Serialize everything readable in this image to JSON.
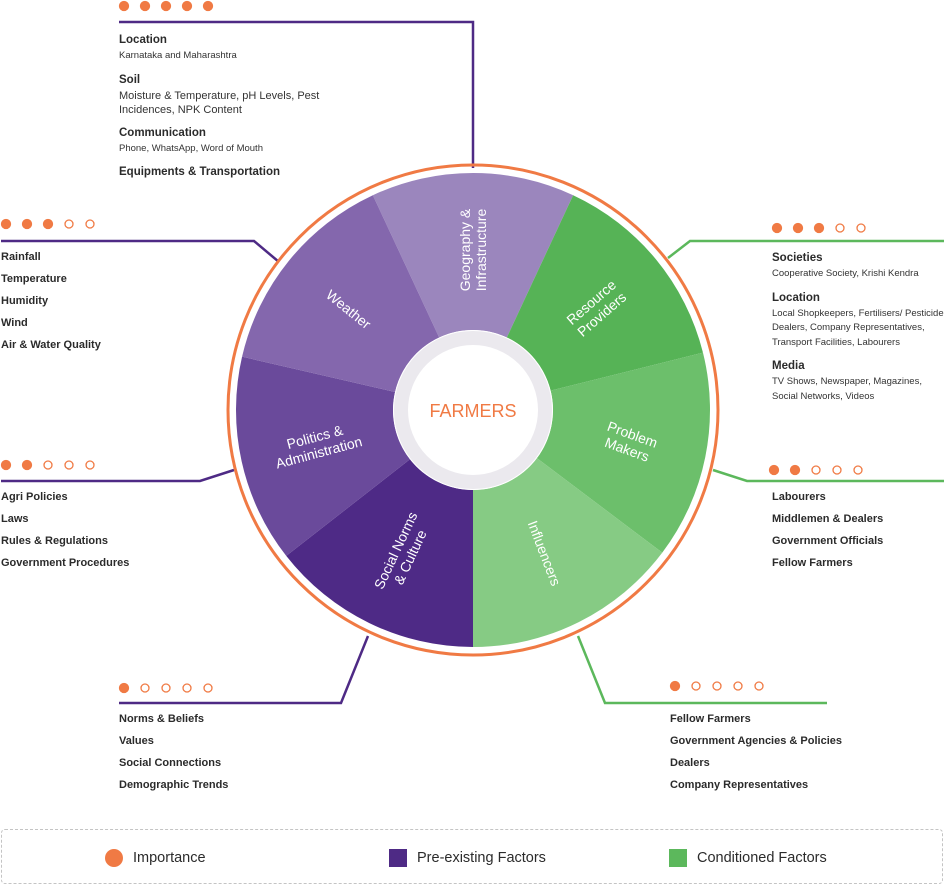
{
  "center_label": "FARMERS",
  "colors": {
    "accent": "#f07a44",
    "preexisting": "#4e2a85",
    "conditioned": "#5cb85c",
    "ring_inner": "#ebe9ee"
  },
  "segments": [
    {
      "id": "geography",
      "label_lines": [
        "Geography &",
        "Infrastructure"
      ],
      "color": "#9b86bd",
      "group": "preexisting"
    },
    {
      "id": "resource",
      "label_lines": [
        "Resource",
        "Providers"
      ],
      "color": "#56b356",
      "group": "conditioned"
    },
    {
      "id": "problem",
      "label_lines": [
        "Problem",
        "Makers"
      ],
      "color": "#6cbf6b",
      "group": "conditioned"
    },
    {
      "id": "influencers",
      "label_lines": [
        "Influencers"
      ],
      "color": "#86cb84",
      "group": "conditioned"
    },
    {
      "id": "social",
      "label_lines": [
        "Social Norms",
        "& Culture"
      ],
      "color": "#4e2a86",
      "group": "preexisting"
    },
    {
      "id": "politics",
      "label_lines": [
        "Politics &",
        "Administration"
      ],
      "color": "#6a4a9b",
      "group": "preexisting"
    },
    {
      "id": "weather",
      "label_lines": [
        "Weather"
      ],
      "color": "#8467ad",
      "group": "preexisting"
    }
  ],
  "importance": {
    "geography": 5,
    "weather": 3,
    "politics": 2,
    "social": 1,
    "resource": 3,
    "problem": 2,
    "influencers": 1
  },
  "geography_block": {
    "groups": [
      {
        "heading": "Location",
        "detail": "Karnataka and Maharashtra",
        "size": "sm"
      },
      {
        "heading": "Soil",
        "detail": "Moisture & Temperature, pH Levels, Pest Incidences, NPK Content",
        "size": "lg"
      },
      {
        "heading": "Communication",
        "detail": "Phone, WhatsApp, Word of Mouth",
        "size": "sm"
      },
      {
        "heading": "Equipments & Transportation",
        "detail": "",
        "size": "sm"
      }
    ]
  },
  "weather_block": {
    "items": [
      "Rainfall",
      "Temperature",
      "Humidity",
      "Wind",
      "Air & Water Quality"
    ]
  },
  "politics_block": {
    "items": [
      "Agri Policies",
      "Laws",
      "Rules & Regulations",
      "Government Procedures"
    ]
  },
  "social_block": {
    "items": [
      "Norms & Beliefs",
      "Values",
      "Social Connections",
      "Demographic Trends"
    ]
  },
  "resource_block": {
    "groups": [
      {
        "heading": "Societies",
        "detail": "Cooperative Society, Krishi Kendra"
      },
      {
        "heading": "Location",
        "detail": "Local Shopkeepers, Fertilisers/ Pesticide Dealers, Company Representatives, Transport Facilities, Labourers"
      },
      {
        "heading": "Media",
        "detail": "TV Shows, Newspaper, Magazines, Social Networks, Videos"
      }
    ]
  },
  "problem_block": {
    "items": [
      "Labourers",
      "Middlemen & Dealers",
      "Government Officials",
      "Fellow Farmers"
    ]
  },
  "influencers_block": {
    "items": [
      "Fellow Farmers",
      "Government Agencies & Policies",
      "Dealers",
      "Company Representatives"
    ]
  },
  "legend": {
    "importance": "Importance",
    "preexisting": "Pre-existing Factors",
    "conditioned": "Conditioned Factors"
  }
}
